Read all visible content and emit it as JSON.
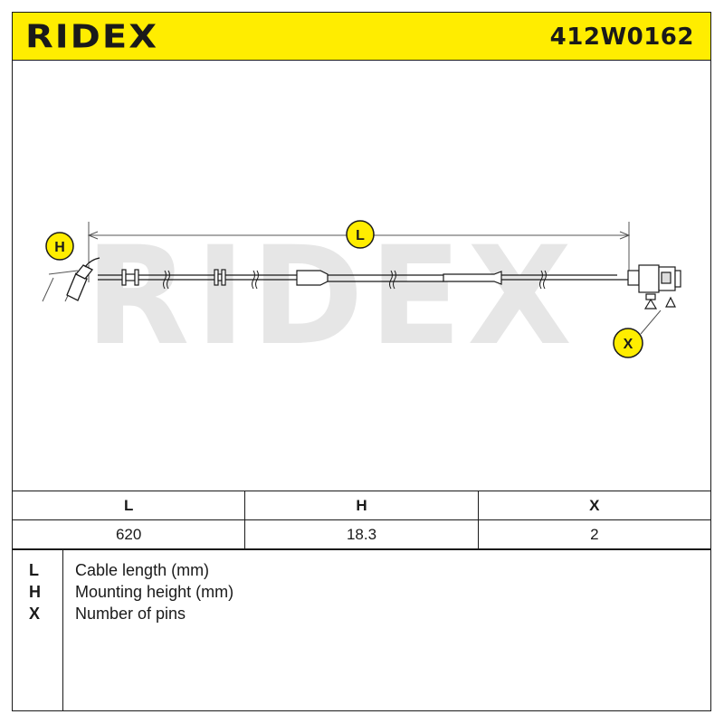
{
  "header": {
    "brand": "RIDEX",
    "part_number": "412W0162",
    "accent_color": "#ffed00"
  },
  "diagram": {
    "watermark": "RIDEX",
    "callouts": {
      "length": "L",
      "height": "H",
      "pins": "X"
    }
  },
  "spec_table": {
    "headers": [
      "L",
      "H",
      "X"
    ],
    "values": [
      "620",
      "18.3",
      "2"
    ]
  },
  "legend": {
    "items": [
      {
        "key": "L",
        "text": "Cable length (mm)"
      },
      {
        "key": "H",
        "text": "Mounting height (mm)"
      },
      {
        "key": "X",
        "text": "Number of pins"
      }
    ]
  }
}
